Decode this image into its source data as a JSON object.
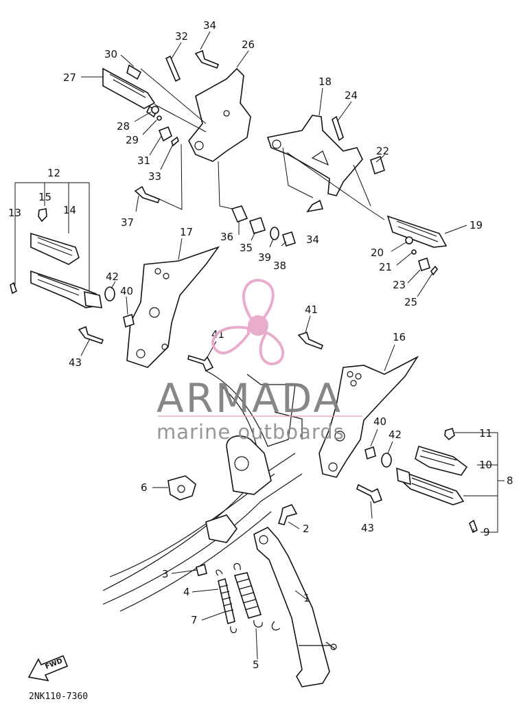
{
  "diagram_code": "2NK110-7360",
  "fwd_label": "FWD",
  "watermark": {
    "brand": "ARMADA",
    "tagline": "marine outboards",
    "logo_color": "#e8a6c8"
  },
  "callouts": [
    "1",
    "2",
    "3",
    "4",
    "5",
    "6",
    "7",
    "8",
    "9",
    "10",
    "11",
    "12",
    "13",
    "14",
    "15",
    "16",
    "17",
    "18",
    "19",
    "20",
    "21",
    "22",
    "23",
    "24",
    "25",
    "26",
    "27",
    "28",
    "29",
    "30",
    "31",
    "32",
    "33",
    "34",
    "34",
    "35",
    "36",
    "37",
    "38",
    "39",
    "40",
    "40",
    "41",
    "41",
    "42",
    "42",
    "43",
    "43"
  ]
}
